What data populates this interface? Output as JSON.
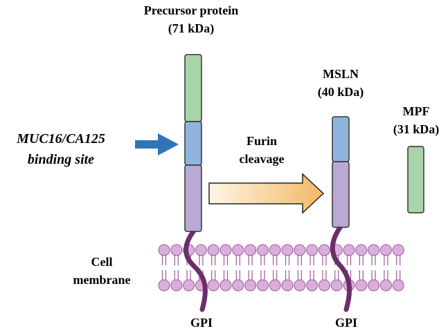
{
  "precursor": {
    "title": "Precursor protein",
    "mass": "(71 kDa)"
  },
  "mesothelin": {
    "title": "MSLN",
    "mass": "(40 kDa)"
  },
  "mpf": {
    "title": "MPF",
    "mass": "(31 kDa)"
  },
  "binding_site": {
    "line1": "MUC16/CA125",
    "line2": "binding site"
  },
  "cleavage": {
    "line1": "Furin",
    "line2": "cleavage"
  },
  "membrane": {
    "line1": "Cell",
    "line2": "membrane"
  },
  "anchor": {
    "left": "GPI",
    "right": "GPI"
  },
  "colors": {
    "green_segment": "#a9d3a8",
    "blue_segment": "#8fb4dc",
    "purple_segment": "#b9a9d3",
    "segment_stroke": "#333333",
    "blue_arrow": "#2e75b6",
    "cleavage_arrow_start": "#fdf6e3",
    "cleavage_arrow_end": "#f2b866",
    "lipid_head": "#dcaedc",
    "lipid_head_stroke": "#9a5a9a",
    "gpi_tail": "#6b2d6b"
  }
}
